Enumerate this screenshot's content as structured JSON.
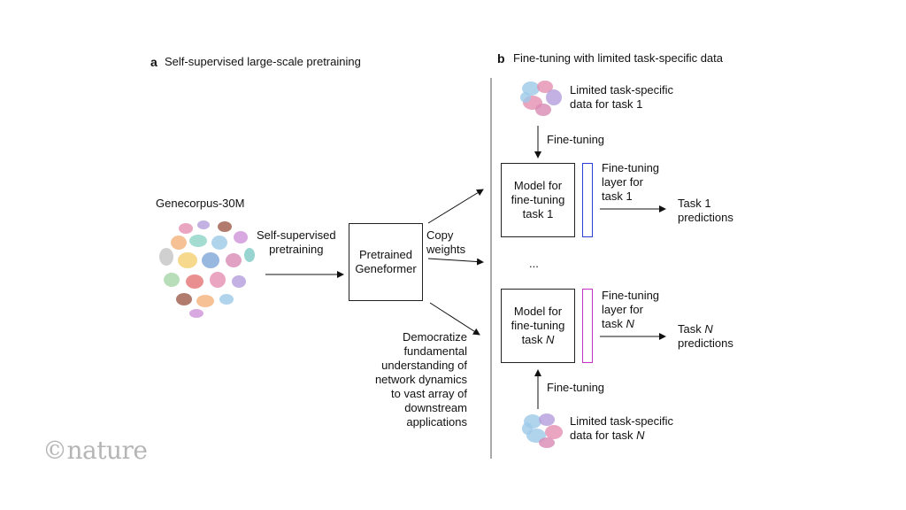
{
  "panel_a": {
    "letter": "a",
    "title": "Self-supervised large-scale pretraining",
    "corpus_label": "Genecorpus-30M",
    "arrow_label": [
      "Self-supervised",
      "pretraining"
    ],
    "model_box": [
      "Pretrained",
      "Geneformer"
    ],
    "copy_label": [
      "Copy",
      "weights"
    ],
    "democratize_text": [
      "Democratize",
      "fundamental",
      "understanding of",
      "network dynamics",
      "to vast array of",
      "downstream",
      "applications"
    ]
  },
  "panel_b": {
    "letter": "b",
    "title": "Fine-tuning with limited task-specific data",
    "task1": {
      "data_label": [
        "Limited task-specific",
        "data for task 1"
      ],
      "finetune_label": "Fine-tuning",
      "model_box": [
        "Model for",
        "fine-tuning",
        "task 1"
      ],
      "layer_label": [
        "Fine-tuning",
        "layer for",
        "task 1"
      ],
      "predictions": [
        "Task 1",
        "predictions"
      ],
      "layer_color": "#2b3fd6"
    },
    "ellipsis": "...",
    "taskN": {
      "data_label_line1": "Limited task-specific",
      "data_label_prefix": "data for task ",
      "finetune_label": "Fine-tuning",
      "model_box_line1": "Model for",
      "model_box_line2": "fine-tuning",
      "model_box_prefix": "task ",
      "layer_label_line1": "Fine-tuning",
      "layer_label_line2": "layer for",
      "layer_label_prefix": "task ",
      "pred_prefix": "Task ",
      "pred_line2": "predictions",
      "var": "N",
      "layer_color": "#c430c8"
    }
  },
  "logo": "©nature",
  "colors": {
    "cluster_palette": [
      "#e58fb0",
      "#9ec9e8",
      "#b39ddb",
      "#f2b27a",
      "#8fd3c7",
      "#c4c4c4",
      "#f4d06f",
      "#7fa6d8",
      "#d98ab3",
      "#a5d6a7",
      "#9e5b4a",
      "#e57373",
      "#ce93d8",
      "#80cbc4"
    ]
  }
}
